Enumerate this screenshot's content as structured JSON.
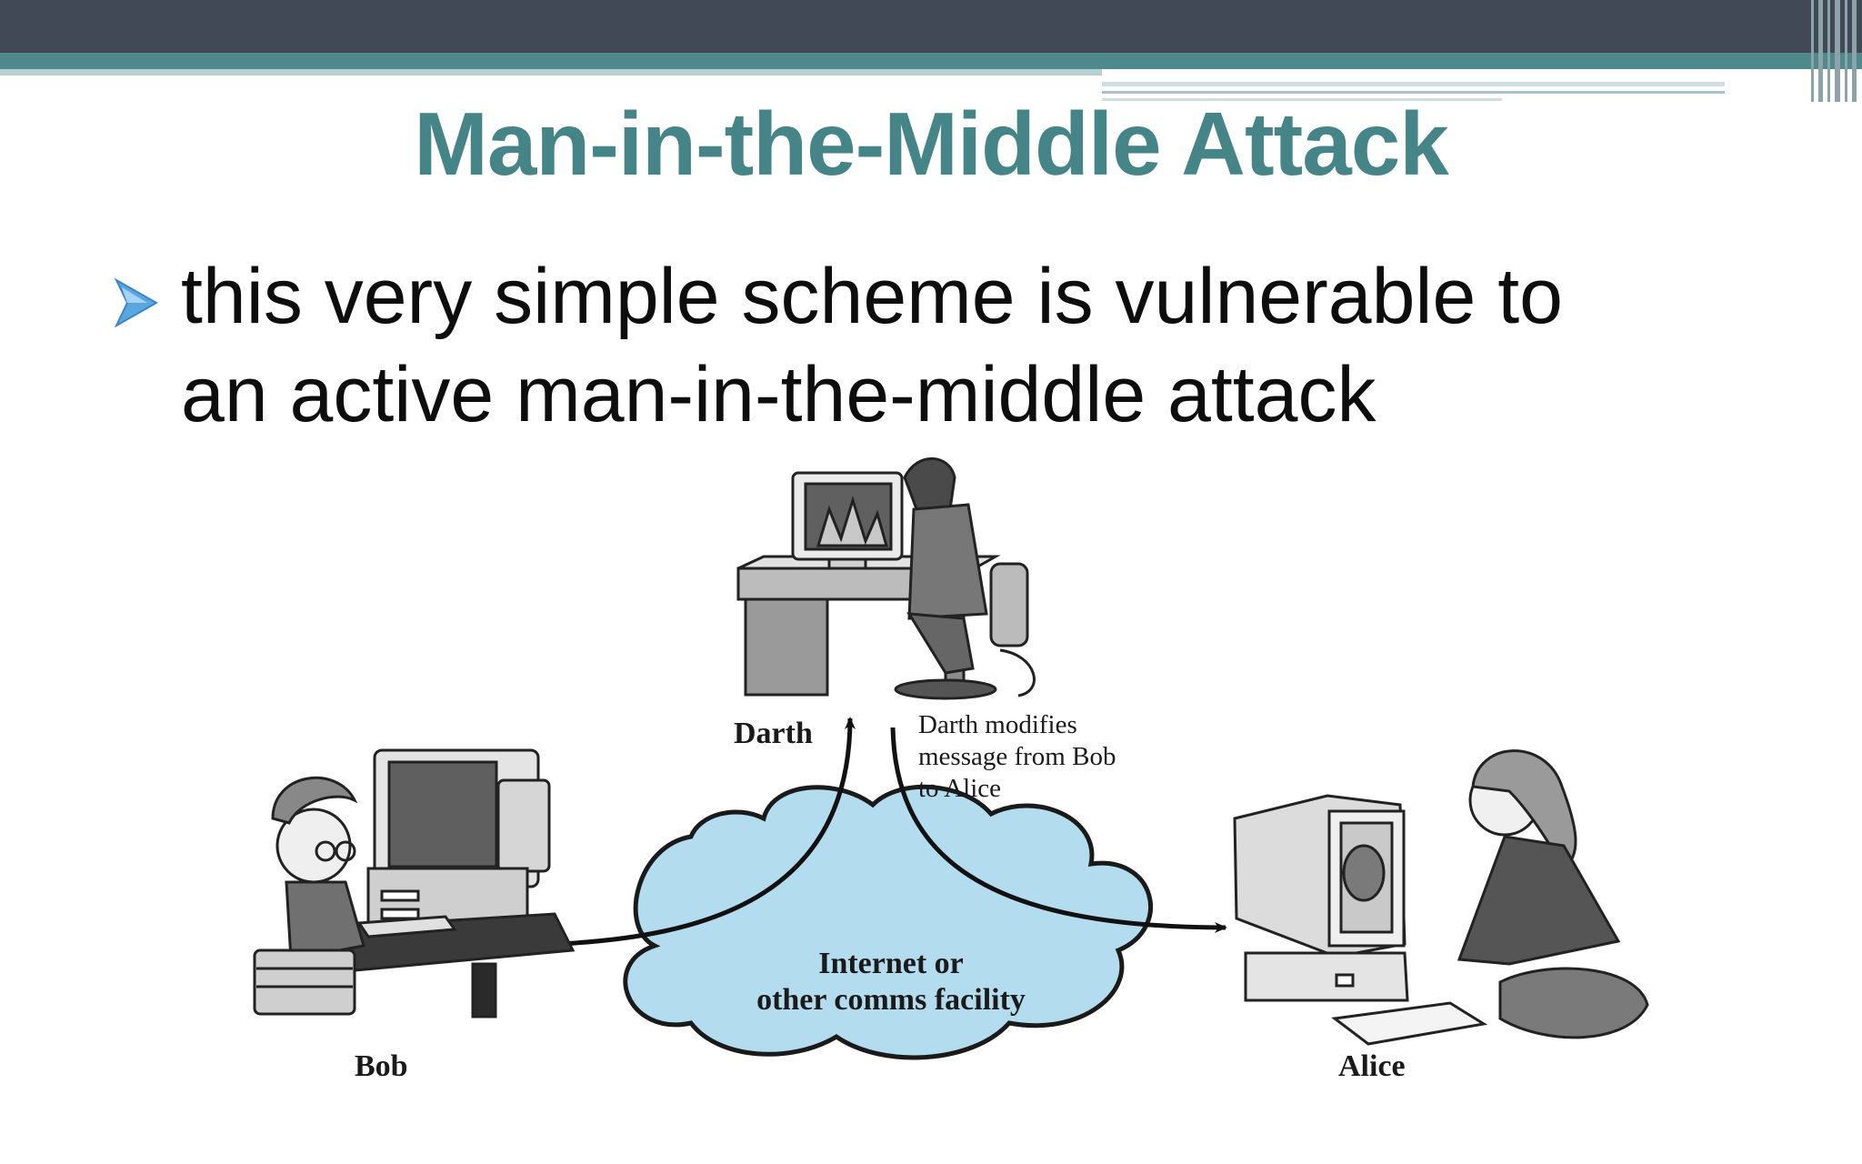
{
  "slide": {
    "title": "Man-in-the-Middle Attack",
    "bullet": {
      "line1": "this very simple scheme is vulnerable to",
      "line2": "an active man-in-the-middle attack"
    }
  },
  "diagram": {
    "darth_label": "Darth",
    "bob_label": "Bob",
    "alice_label": "Alice",
    "annotation": [
      "Darth modifies",
      "message from Bob",
      "to Alice"
    ],
    "cloud_label": [
      "Internet or",
      "other comms facility"
    ]
  },
  "colors": {
    "title": "#458487",
    "topbar": "#414856",
    "band": "#4e8a8c",
    "cloud": "#b3dcee",
    "bullet_arrow": "#5aa6e0"
  }
}
